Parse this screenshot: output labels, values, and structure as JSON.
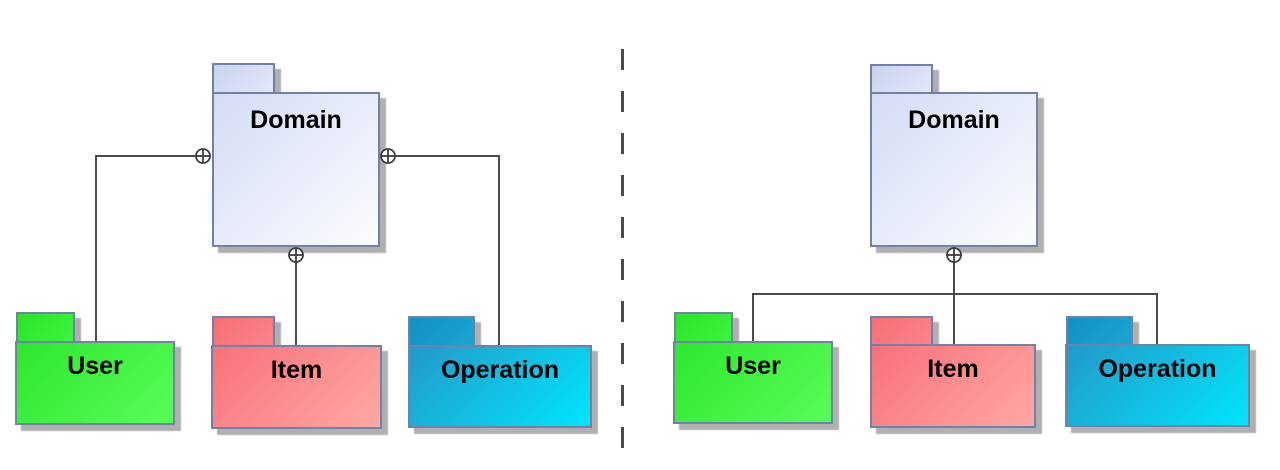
{
  "diagram": {
    "kind": "UML package containment diagram (two notation variants)",
    "left": {
      "domain": {
        "label": "Domain"
      },
      "packages": {
        "user": {
          "label": "User"
        },
        "item": {
          "label": "Item"
        },
        "operation": {
          "label": "Operation"
        }
      },
      "containment_icons": [
        "circled-plus-left",
        "circled-plus-right",
        "circled-plus-bottom"
      ]
    },
    "right": {
      "domain": {
        "label": "Domain"
      },
      "packages": {
        "user": {
          "label": "User"
        },
        "item": {
          "label": "Item"
        },
        "operation": {
          "label": "Operation"
        }
      },
      "containment_icons": [
        "circled-plus-bottom"
      ]
    },
    "divider": {
      "style": "dashed-vertical-line"
    },
    "colors": {
      "domain_fill_start": "#d4dbf4",
      "domain_fill_end": "#fcfdff",
      "user_fill_start": "#2de72d",
      "user_fill_end": "#58fd58",
      "item_fill_start": "#f8717a",
      "item_fill_end": "#ffa8a3",
      "operation_fill_start": "#2399c8",
      "operation_fill_end": "#00e5fb",
      "package_border": "#7081aa",
      "connector": "#4a4a4a",
      "shadow": "#a2a2a2",
      "label_text": "#000000"
    }
  }
}
